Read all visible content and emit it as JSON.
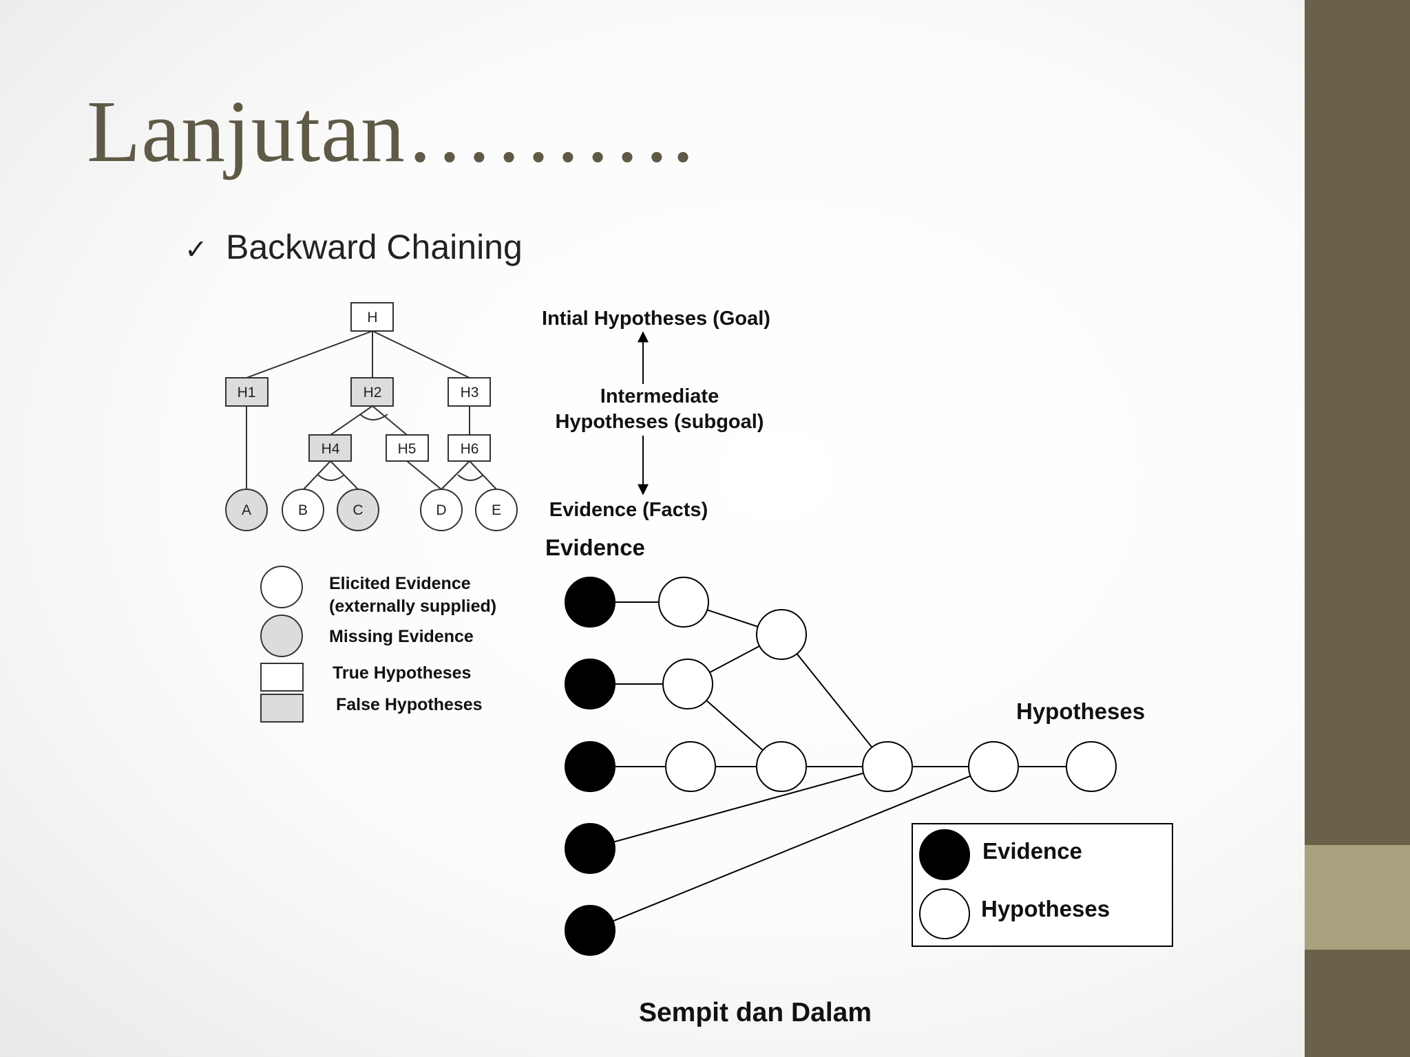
{
  "slide": {
    "title": "Lanjutan……….",
    "bullet_check": "✓",
    "bullet_text": "Backward Chaining"
  },
  "tree": {
    "nodes": {
      "H": "H",
      "H1": "H1",
      "H2": "H2",
      "H3": "H3",
      "H4": "H4",
      "H5": "H5",
      "H6": "H6",
      "A": "A",
      "B": "B",
      "C": "C",
      "D": "D",
      "E": "E"
    },
    "levels": {
      "goal": "Intial Hypotheses (Goal)",
      "subgoal_line1": "Intermediate",
      "subgoal_line2": "Hypotheses (subgoal)",
      "facts": "Evidence (Facts)"
    },
    "legend": {
      "elicited_line1": "Elicited Evidence",
      "elicited_line2": "(externally supplied)",
      "missing": "Missing Evidence",
      "true_hyp": "True Hypotheses",
      "false_hyp": "False Hypotheses"
    }
  },
  "network": {
    "evidence_label": "Evidence",
    "hypotheses_label": "Hypotheses",
    "legend": {
      "evidence": "Evidence",
      "hypotheses": "Hypotheses"
    },
    "caption": "Sempit dan Dalam"
  },
  "colors": {
    "title": "#5f5a47",
    "sidebar": "#6b604a",
    "sidebar_accent": "#aaa27f",
    "false_fill": "#dcdcdc",
    "evidence_fill": "#000000"
  }
}
